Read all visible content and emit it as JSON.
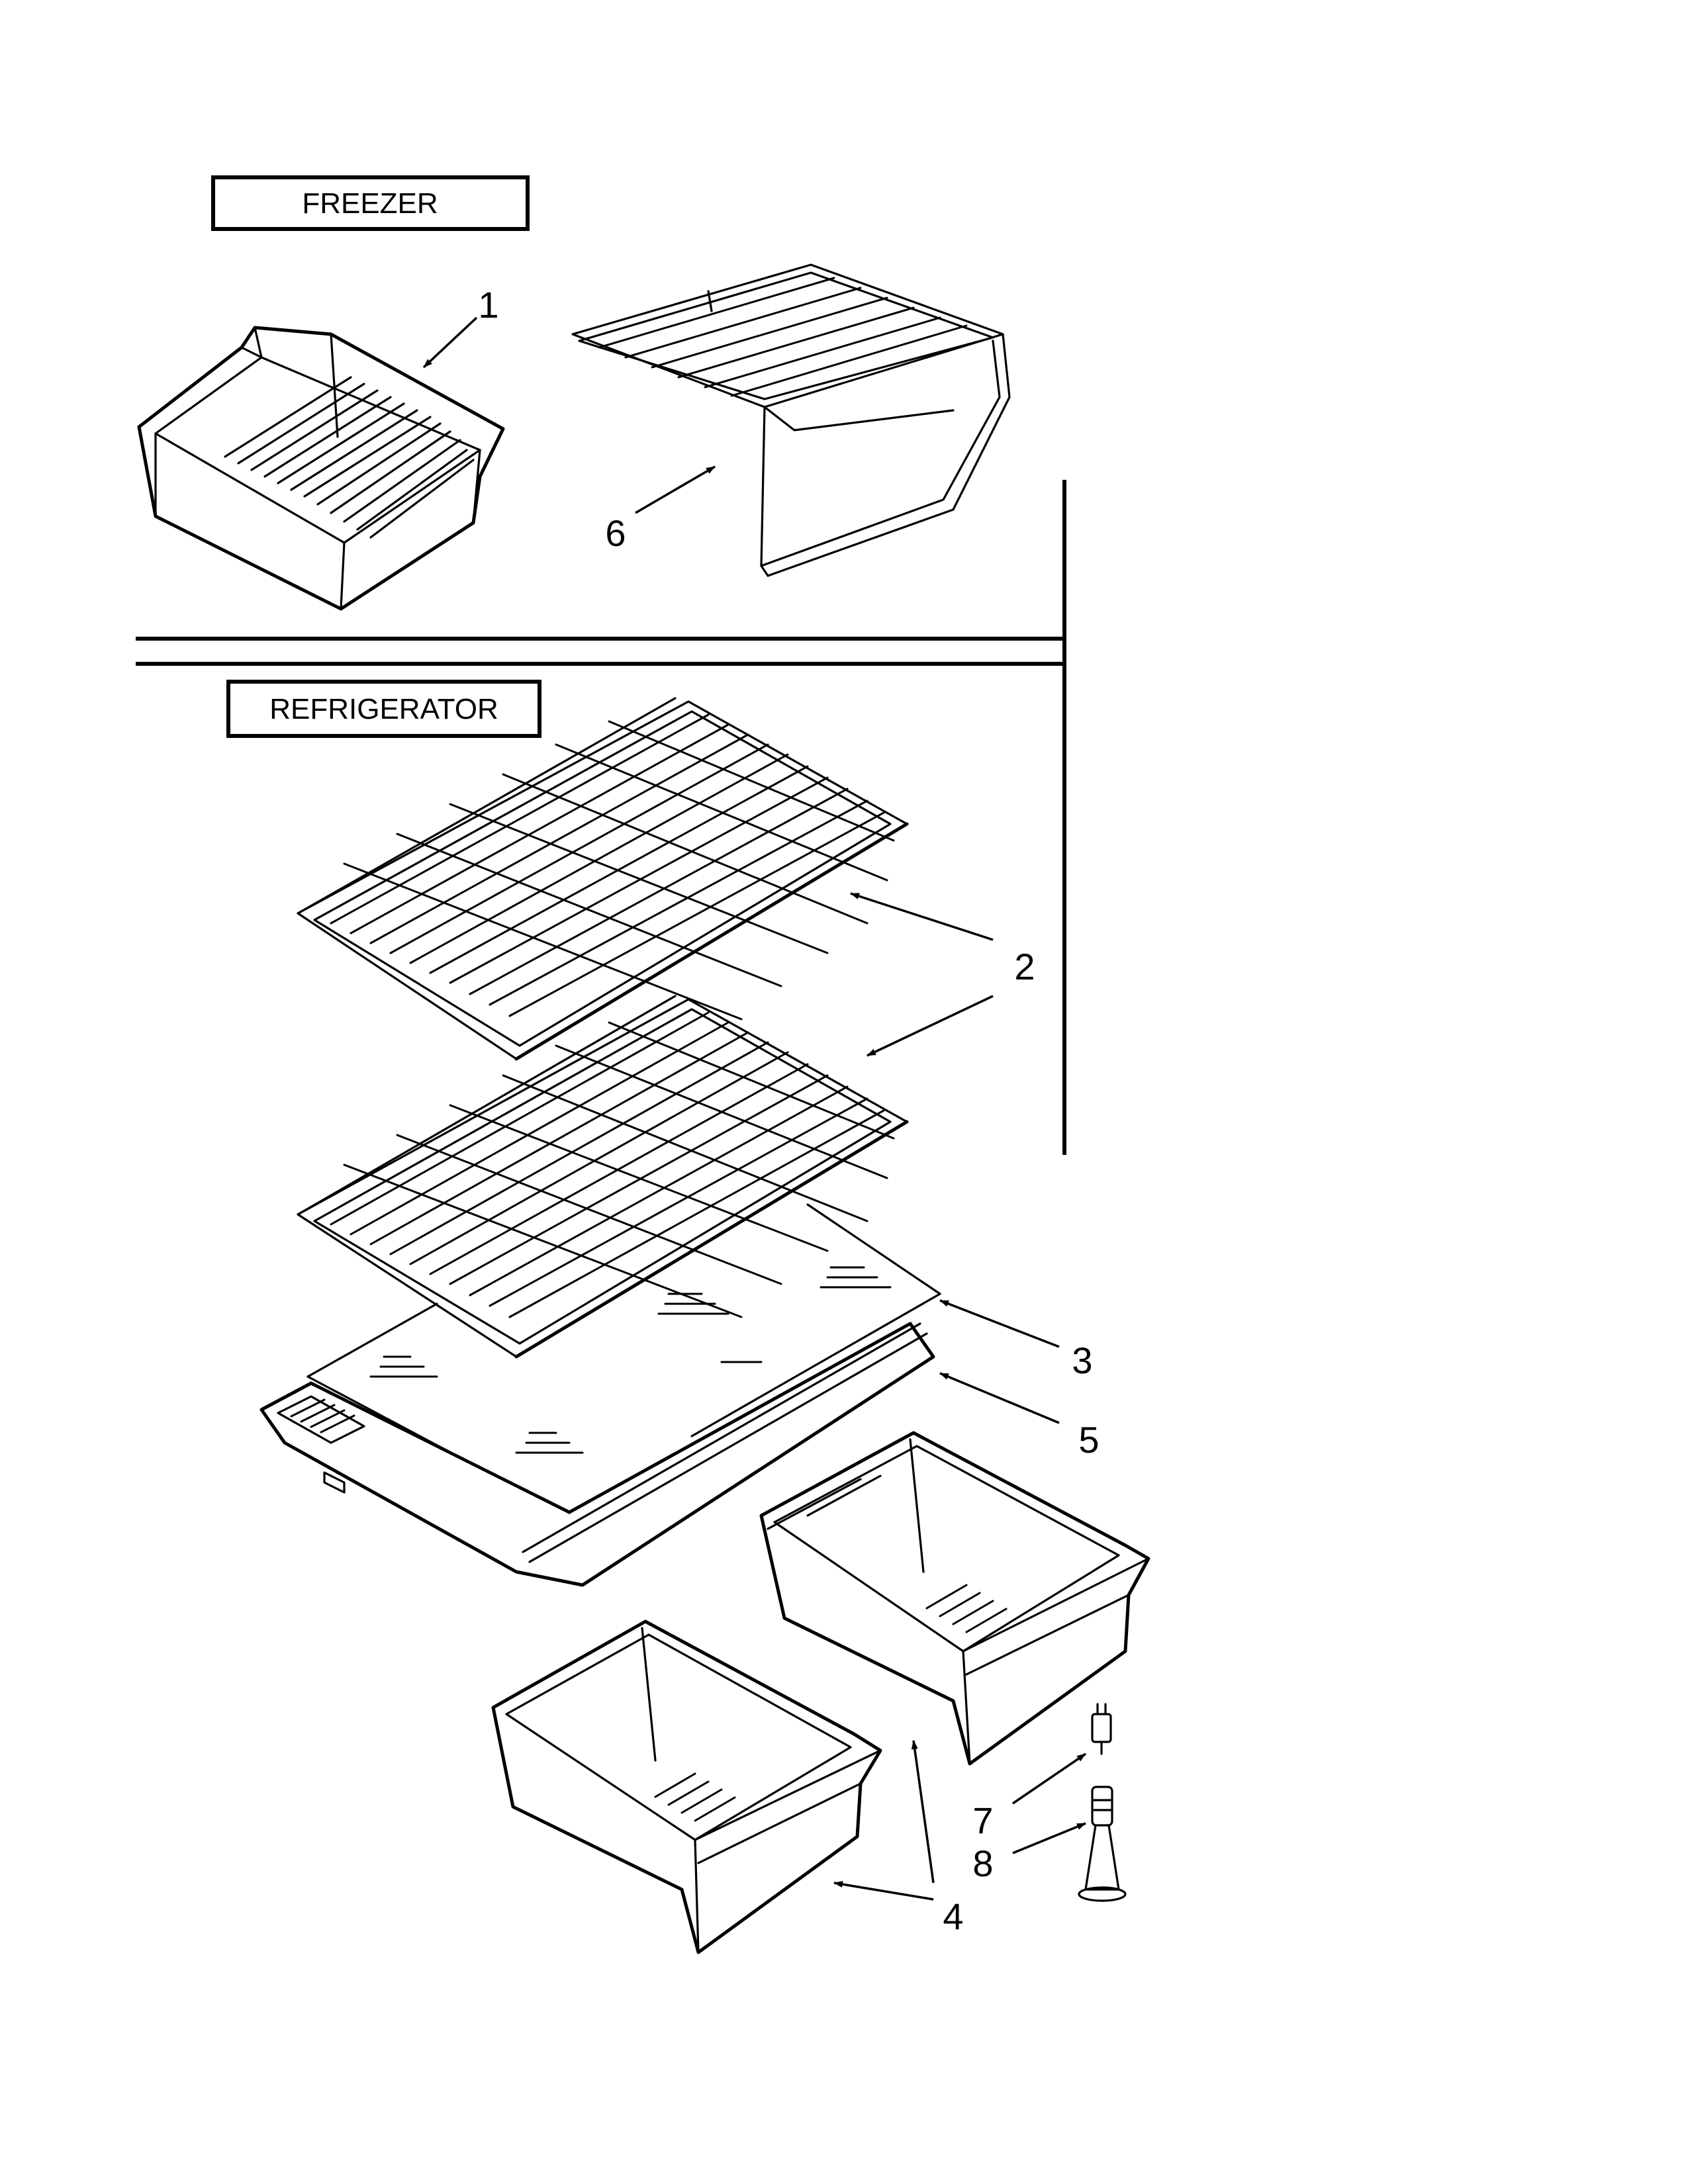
{
  "sections": {
    "freezer": "FREEZER",
    "refrigerator": "REFRIGERATOR"
  },
  "callouts": {
    "c1": "1",
    "c2": "2",
    "c3": "3",
    "c4": "4",
    "c5": "5",
    "c6": "6",
    "c7": "7",
    "c8": "8"
  }
}
